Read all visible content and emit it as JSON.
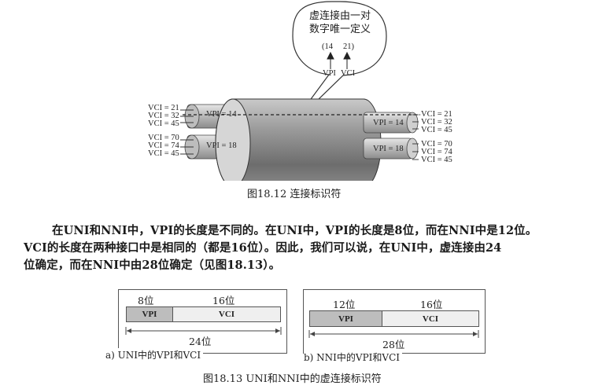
{
  "figure1": {
    "bubble_line1": "虚连接由一对",
    "bubble_line2": "数字唯一定义",
    "pair_vpi": "(14",
    "pair_vci": "21)",
    "label_vpi": "VPI",
    "label_vci": "VCI",
    "left_labels": [
      "VCI = 21",
      "VCI = 32",
      "VCI = 45",
      "VCI = 70",
      "VCI = 74",
      "VCI = 45"
    ],
    "right_labels": [
      "VCI = 21",
      "VCI = 32",
      "VCI = 45",
      "VCI = 70",
      "VCI = 74",
      "VCI = 45"
    ],
    "vpi_top": "VPI = 14",
    "vpi_bottom": "VPI = 18",
    "caption": "图18.12   连接标识符"
  },
  "paragraph": {
    "line1": "在UNI和NNI中，VPI的长度是不同的。在UNI中，VPI的长度是8位，而在NNI中是12位。",
    "line2": "VCI的长度在两种接口中是相同的（都是16位）。因此，我们可以说，在UNI中，虚连接由24",
    "line3": "位确定，而在NNI中由28位确定（见图18.13）。"
  },
  "figure2": {
    "uni": {
      "vpi_bits": "8位",
      "vci_bits": "16位",
      "vpi_label": "VPI",
      "vci_label": "VCI",
      "total_bits": "24位",
      "caption": "a) UNI中的VPI和VCI"
    },
    "nni": {
      "vpi_bits": "12位",
      "vci_bits": "16位",
      "vpi_label": "VPI",
      "vci_label": "VCI",
      "total_bits": "28位",
      "caption": "b) NNI中的VPI和VCI"
    },
    "caption": "图18.13   UNI和NNI中的虚连接标识符"
  }
}
